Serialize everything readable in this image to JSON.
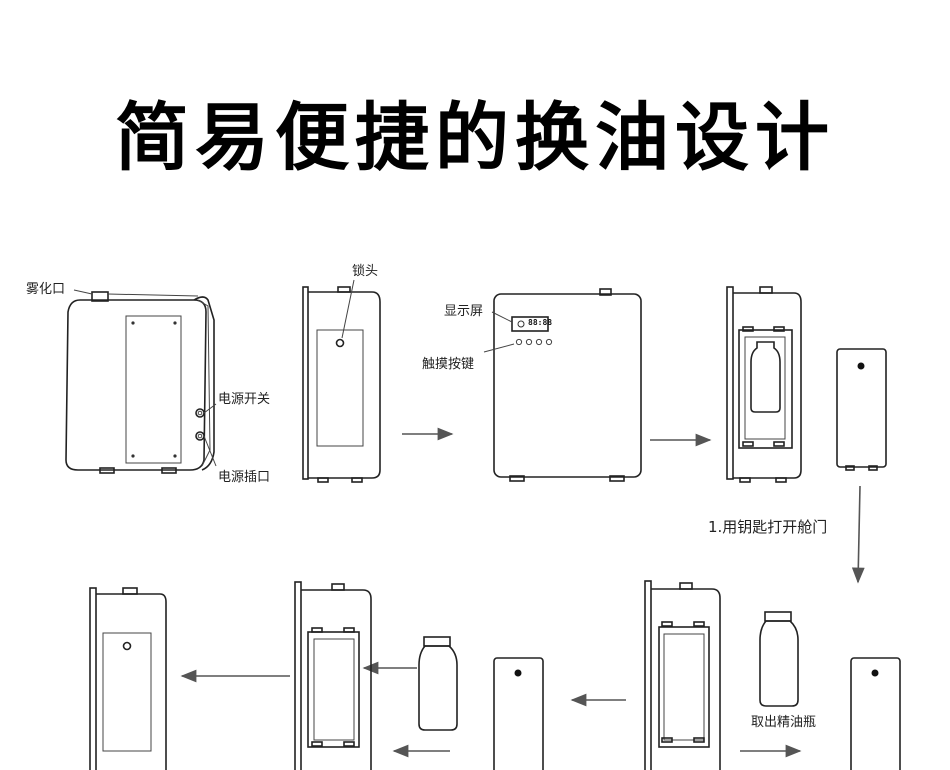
{
  "title": "简易便捷的换油设计",
  "labels": {
    "atomizer_port": "雾化口",
    "power_switch": "电源开关",
    "power_socket": "电源插口",
    "lock": "锁头",
    "display": "显示屏",
    "display_value": "88:88",
    "touch_keys": "触摸按键",
    "step1": "1.用钥匙打开舱门",
    "remove_bottle": "取出精油瓶"
  }
}
